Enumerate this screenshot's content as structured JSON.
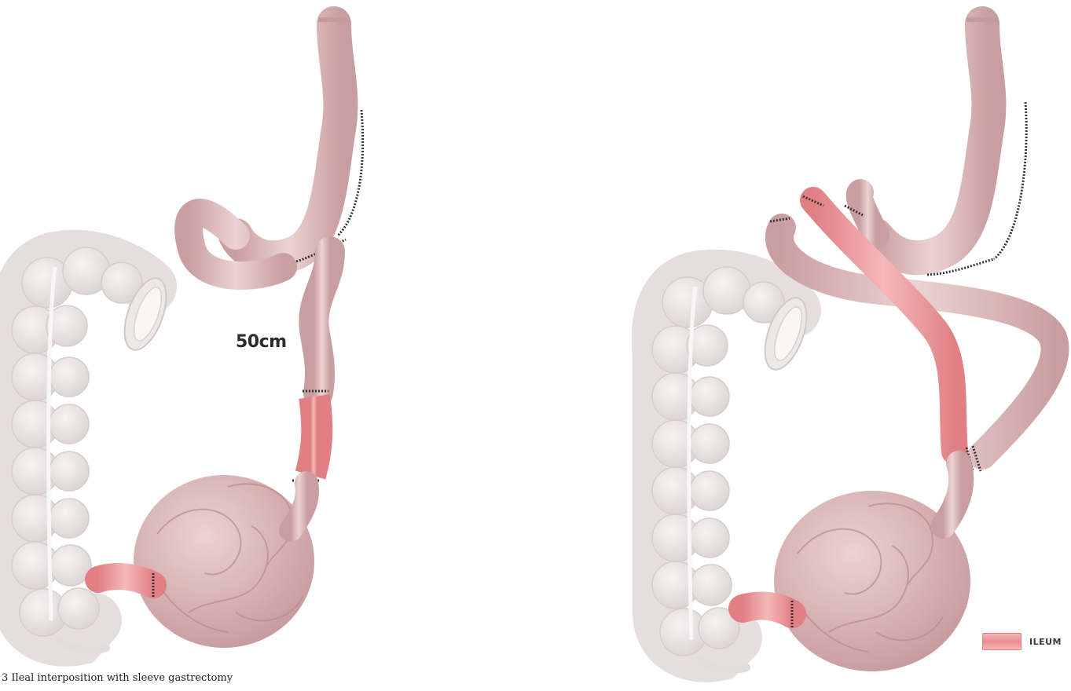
{
  "figure": {
    "measurement_label": "50cm",
    "caption": "3  Ileal interposition with sleeve gastrectomy",
    "legend": {
      "label": "ILEUM",
      "swatch_color": "#ec9a9d"
    }
  },
  "colors": {
    "colon": "#ece6e6",
    "colon_shade": "#d9cfcf",
    "bowel": "#dcbcbc",
    "bowel_shade": "#c89d9f",
    "ileum": "#ec9a9d",
    "ileum_shade": "#dd7c81",
    "suture": "#333333"
  }
}
